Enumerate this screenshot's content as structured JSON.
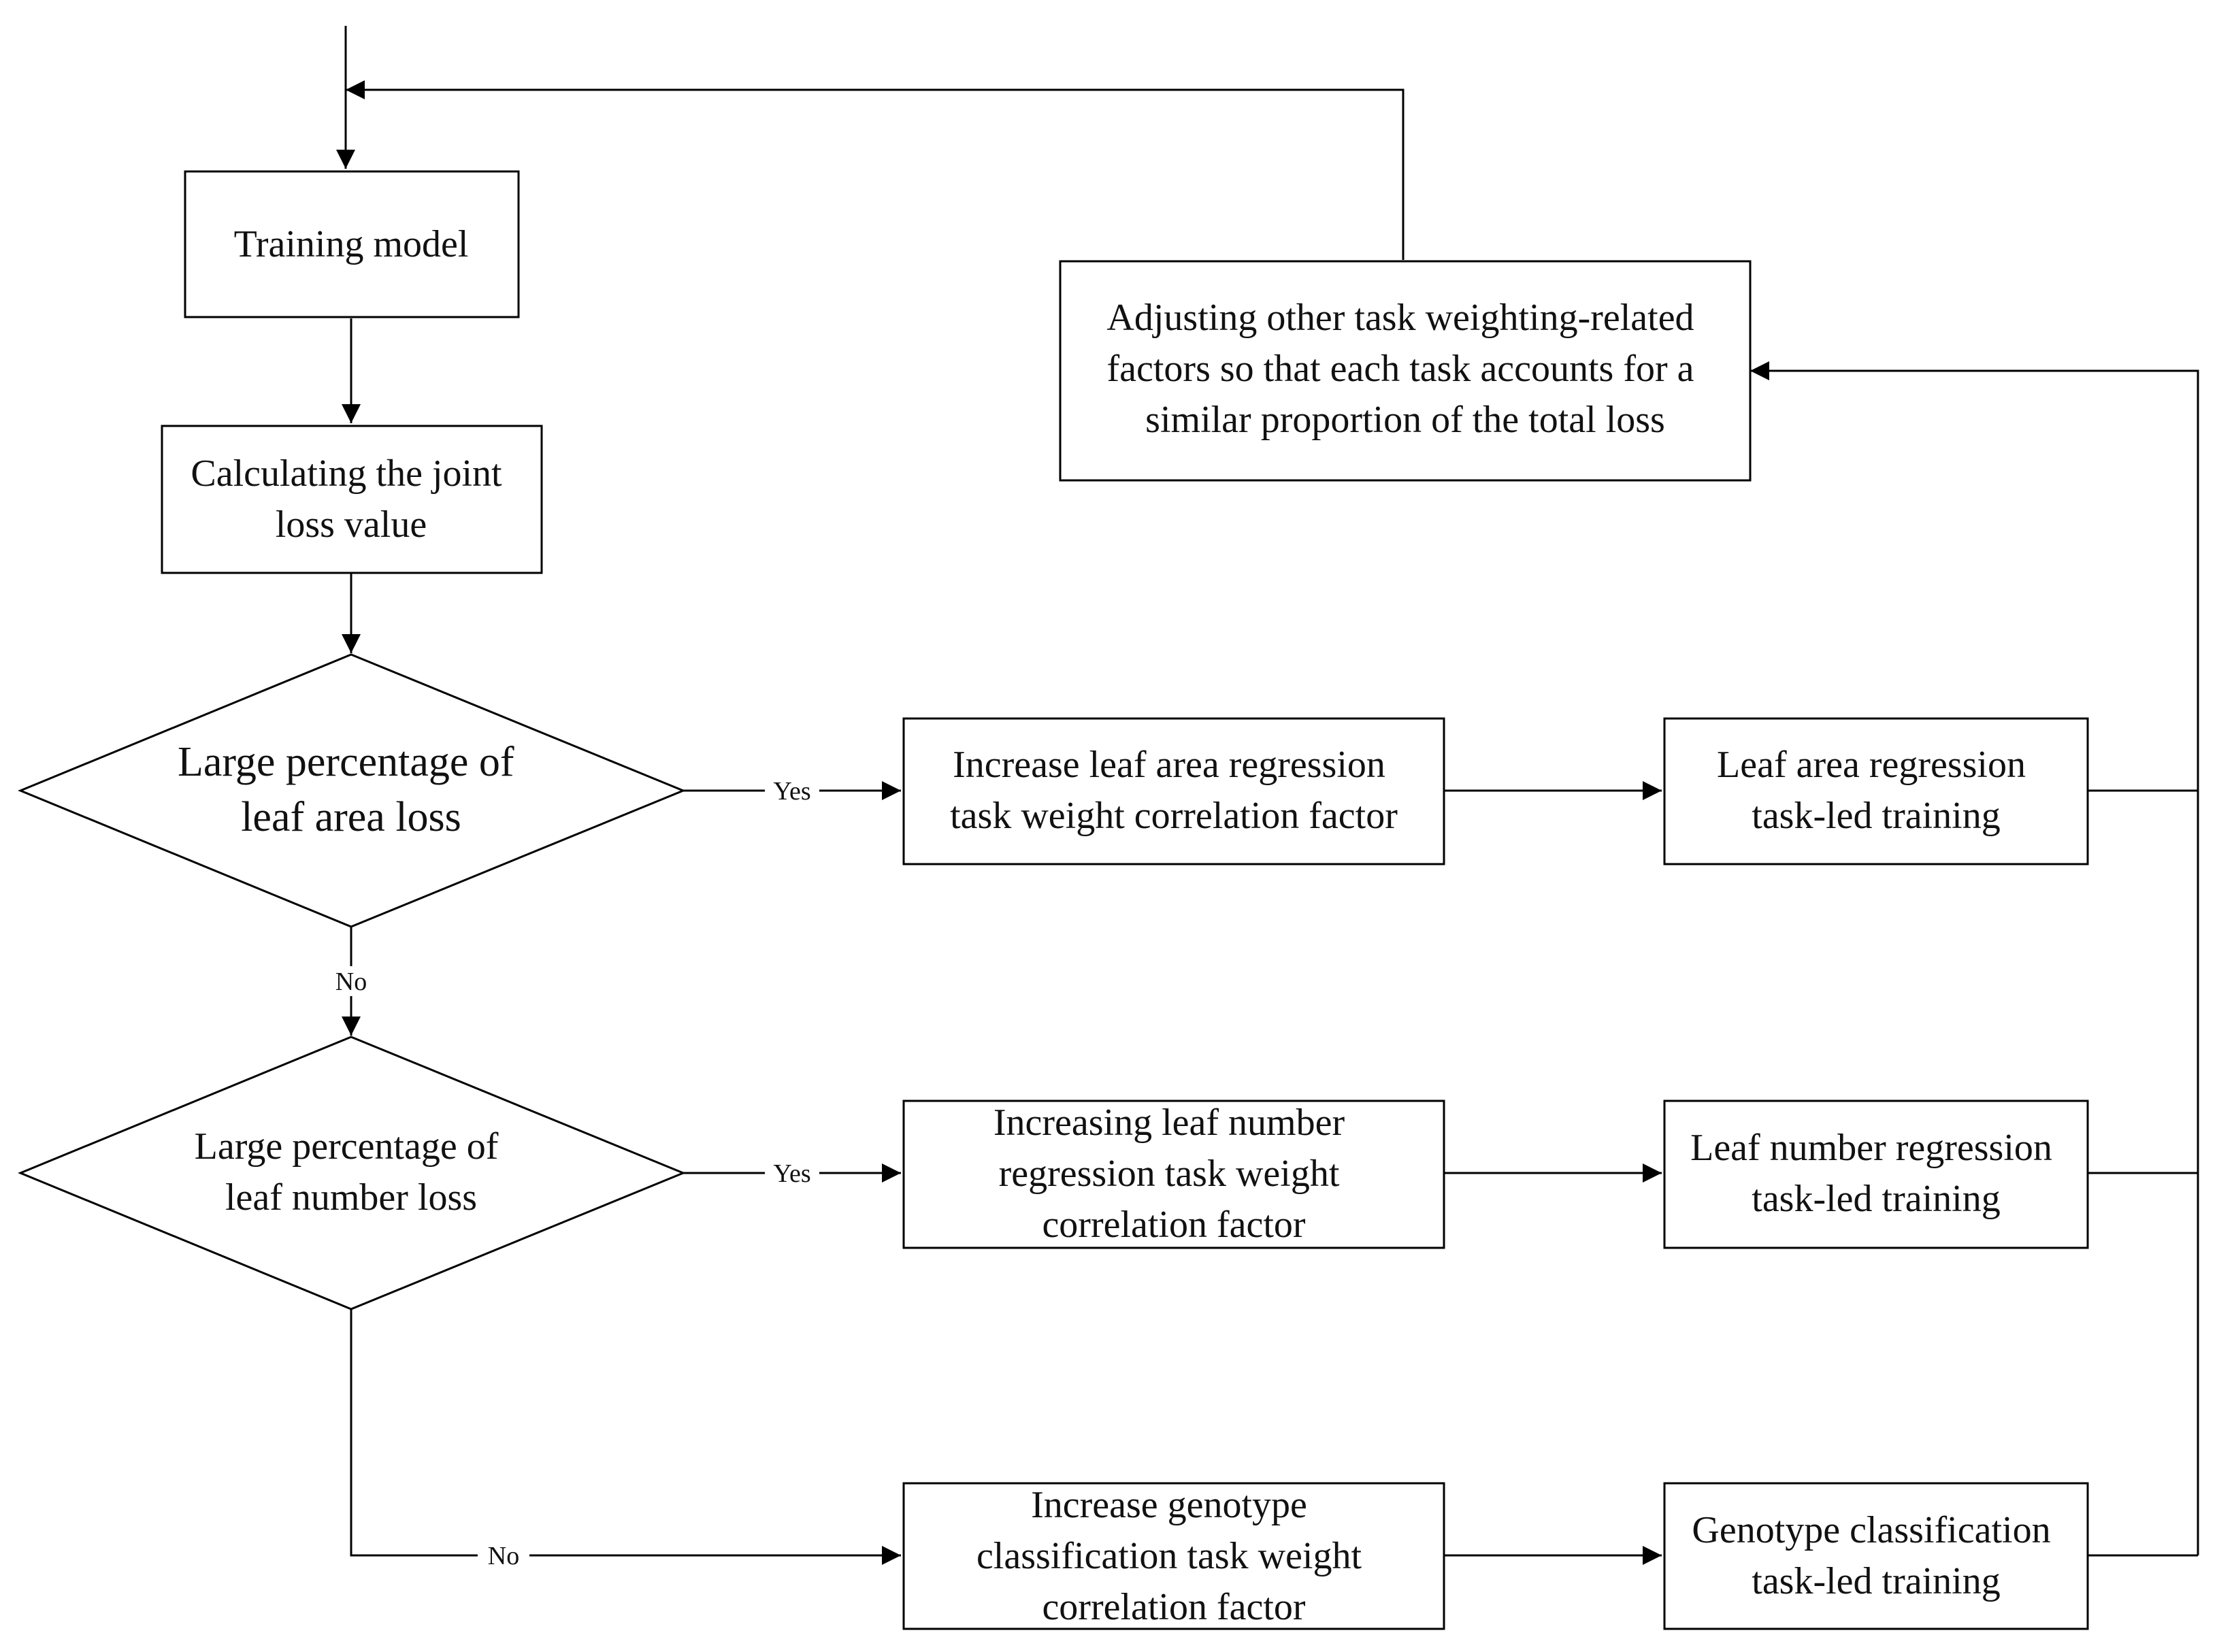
{
  "nodes": {
    "training_model": {
      "lines": [
        "Training model"
      ]
    },
    "joint_loss": {
      "lines": [
        "Calculating the joint",
        "loss value"
      ]
    },
    "decision_leaf_area": {
      "lines": [
        "Large percentage of",
        "leaf area loss"
      ]
    },
    "decision_leaf_number": {
      "lines": [
        "Large percentage of",
        "leaf number loss"
      ]
    },
    "increase_leaf_area": {
      "lines": [
        "Increase leaf area regression",
        "task weight correlation factor"
      ]
    },
    "increase_leaf_number": {
      "lines": [
        "Increasing leaf number",
        "regression task weight",
        "correlation factor"
      ]
    },
    "increase_genotype": {
      "lines": [
        "Increase genotype",
        "classification task weight",
        "correlation factor"
      ]
    },
    "leaf_area_training": {
      "lines": [
        "Leaf area regression",
        "task-led training"
      ]
    },
    "leaf_number_training": {
      "lines": [
        "Leaf number regression",
        "task-led training"
      ]
    },
    "genotype_training": {
      "lines": [
        "Genotype classification",
        "task-led training"
      ]
    },
    "adjust_factors": {
      "lines": [
        "Adjusting other task weighting-related",
        "factors so that each task accounts for a",
        "similar proportion of the total loss"
      ]
    }
  },
  "edge_labels": {
    "yes_1": "Yes",
    "no_1": "No",
    "yes_2": "Yes",
    "no_2": "No"
  }
}
